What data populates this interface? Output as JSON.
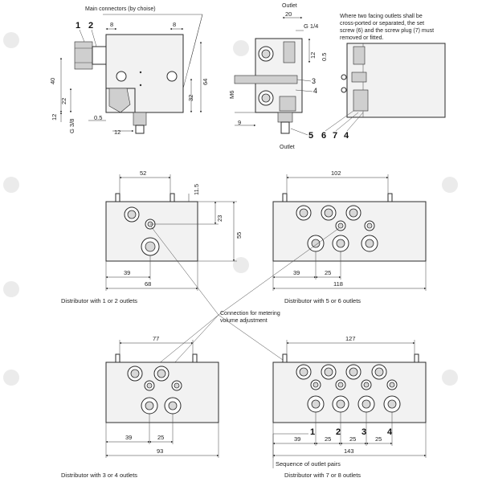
{
  "top": {
    "main_connectors": "Main connectors (by choise)",
    "outlet_top": "Outlet",
    "outlet_bottom": "Outlet",
    "note_lines": [
      "Where two facing outlets shall be",
      "cross-ported or separated, the set",
      "screw (6) and the screw plug (7) must",
      "removed or fitted."
    ],
    "dims": {
      "d8a": "8",
      "d8b": "8",
      "d40": "40",
      "d22": "22",
      "d12a": "12",
      "g38": "G 3/8",
      "d05a": "0.5",
      "d12b": "12",
      "d64": "64",
      "d32": "32",
      "d20": "20",
      "g14": "G 1/4",
      "d12c": "12",
      "d05b": "0.5",
      "m6": "M6",
      "d9": "9"
    },
    "labels": {
      "n1": "1",
      "n2": "2",
      "n3": "3",
      "n4": "4",
      "n5": "5",
      "n6": "6",
      "n7": "7",
      "n4b": "4"
    }
  },
  "distributors": {
    "d12": {
      "caption": "Distributor with 1 or 2 outlets",
      "w_top": "52",
      "h_stud": "11.5",
      "d23": "23",
      "d55": "55",
      "d39": "39",
      "d68": "68"
    },
    "d56": {
      "caption": "Distributor with 5 or 6 outlets",
      "w_top": "102",
      "d39": "39",
      "d25": "25",
      "d118": "118"
    },
    "d34": {
      "caption": "Distributor with 3 or 4 outlets",
      "w_top": "77",
      "d39": "39",
      "d25": "25",
      "d93": "93"
    },
    "d78": {
      "caption": "Distributor with 7 or 8 outlets",
      "w_top": "127",
      "d39": "39",
      "d25a": "25",
      "d25b": "25",
      "d25c": "25",
      "d143": "143",
      "pairs": [
        "1",
        "2",
        "3",
        "4"
      ],
      "sequence": "Sequence of outlet pairs"
    }
  },
  "callout": {
    "line1": "Connection for metering",
    "line2": "volume adjustment"
  }
}
